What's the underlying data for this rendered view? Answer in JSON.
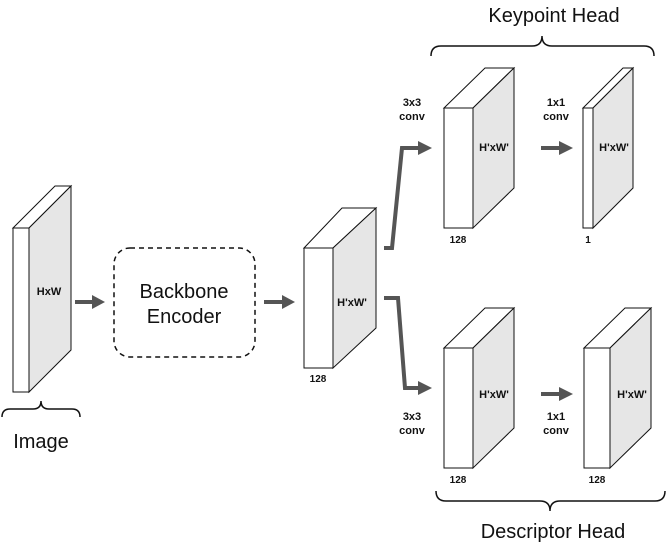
{
  "image": {
    "caption": "Image",
    "dims": "HxW"
  },
  "encoder": {
    "label_line1": "Backbone",
    "label_line2": "Encoder"
  },
  "feature_map": {
    "dims": "H'xW'",
    "channels": "128"
  },
  "keypoint_head": {
    "title": "Keypoint Head",
    "conv1": {
      "line1": "3x3",
      "line2": "conv"
    },
    "block1": {
      "dims": "H'xW'",
      "channels": "128"
    },
    "conv2": {
      "line1": "1x1",
      "line2": "conv"
    },
    "block2": {
      "dims": "H'xW'",
      "channels": "1"
    }
  },
  "descriptor_head": {
    "title": "Descriptor Head",
    "conv1": {
      "line1": "3x3",
      "line2": "conv"
    },
    "block1": {
      "dims": "H'xW'",
      "channels": "128"
    },
    "conv2": {
      "line1": "1x1",
      "line2": "conv"
    },
    "block2": {
      "dims": "H'xW'",
      "channels": "128"
    }
  },
  "colors": {
    "arrow": "#555555",
    "side_face": "#e6e6e6",
    "outline": "#111111"
  }
}
